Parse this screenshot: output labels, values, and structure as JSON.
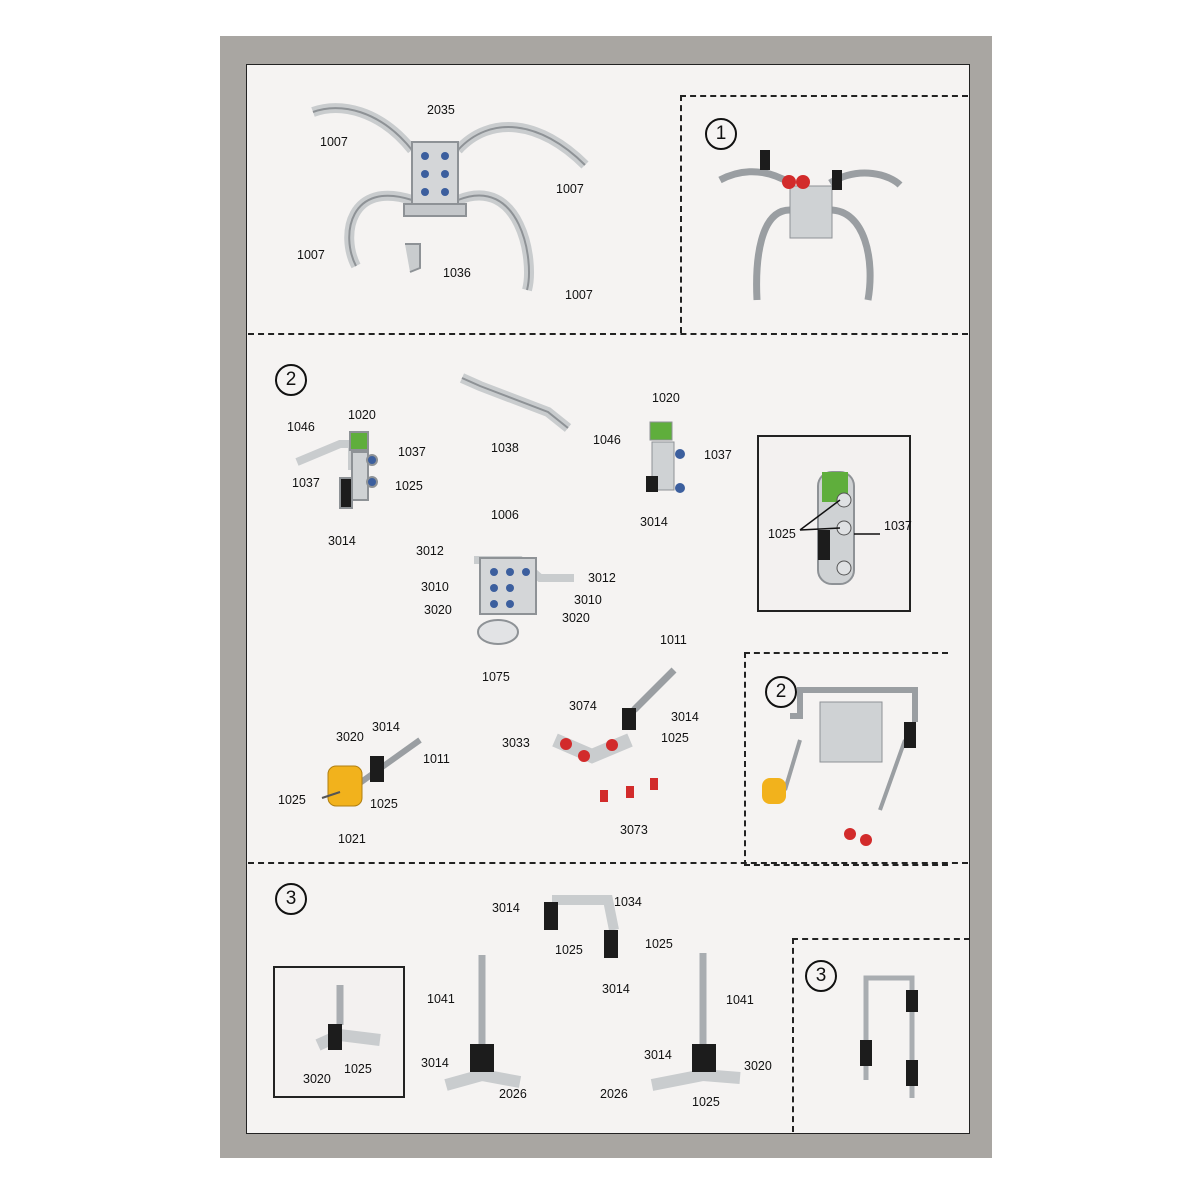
{
  "document": {
    "sheet_color": "#a9a6a2",
    "paper_color": "#f5f3f2",
    "metal_color": "#c9ccce",
    "accent_colors": {
      "red": "#d22b2b",
      "yellow": "#f2b21c",
      "green": "#5fae3c",
      "black": "#1c1c1c"
    }
  },
  "steps": {
    "s1": "1",
    "s2": "2",
    "s3": "3",
    "s2b": "2",
    "s3b": "3"
  },
  "labels": {
    "top": {
      "l1007a": "1007",
      "l2035": "2035",
      "l1007b": "1007",
      "l1007c": "1007",
      "l1036": "1036",
      "l1007d": "1007"
    },
    "mid": {
      "l1046a": "1046",
      "l1020a": "1020",
      "l1037a": "1037",
      "l1037b": "1037",
      "l1025a": "1025",
      "l3014a": "3014",
      "l1038": "1038",
      "l1020b": "1020",
      "l1046b": "1046",
      "l1037c": "1037",
      "l3014b": "3014",
      "l1025b": "1025",
      "l1037d": "1037",
      "l1006": "1006",
      "l3012a": "3012",
      "l3012b": "3012",
      "l3010a": "3010",
      "l3010b": "3010",
      "l3020a": "3020",
      "l3020b": "3020",
      "l1075": "1075",
      "l1011a": "1011",
      "l3074": "3074",
      "l3014c": "3014",
      "l3033": "3033",
      "l1025c": "1025",
      "l3073": "3073",
      "l3020c": "3020",
      "l3014d": "3014",
      "l1011b": "1011",
      "l1025d": "1025",
      "l1025e": "1025",
      "l1021": "1021"
    },
    "bottom": {
      "l3014e": "3014",
      "l1034": "1034",
      "l1025f": "1025",
      "l1025g": "1025",
      "l3014f": "3014",
      "l1041a": "1041",
      "l1041b": "1041",
      "l3014g": "3014",
      "l2026a": "2026",
      "l3014h": "3014",
      "l3020d": "3020",
      "l2026b": "2026",
      "l1025h": "1025",
      "l3020e": "3020",
      "l1025i": "1025"
    }
  }
}
